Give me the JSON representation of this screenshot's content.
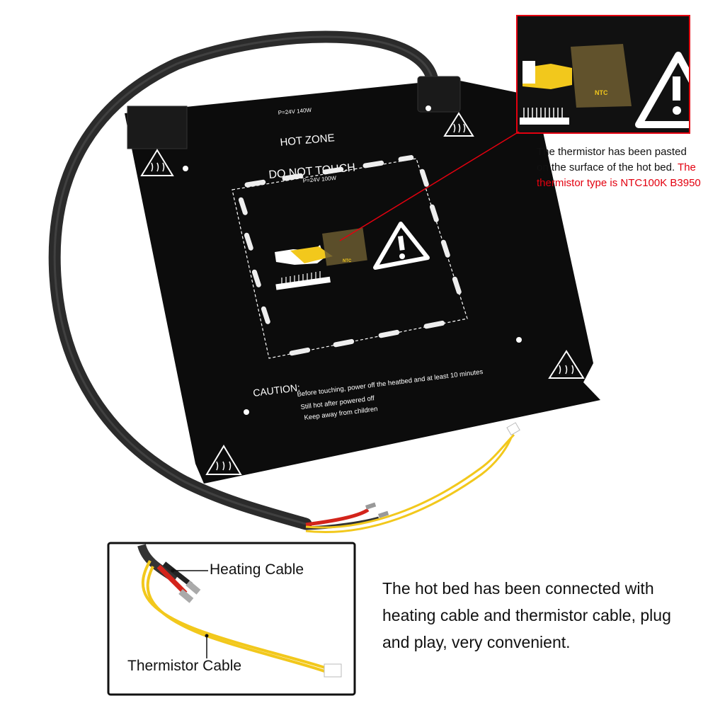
{
  "heatbed": {
    "top_spec": "P=24V 140W",
    "inner_spec": "P=24V 100W",
    "hot_zone": "HOT ZONE",
    "do_not_touch": "DO NOT TOUCH",
    "caution_title": "CAUTION:",
    "caution_lines": [
      "Before touching, power off the heatbed and at least 10 minutes",
      "Still hot after powered off",
      "Keep away from children"
    ],
    "ntc_label": "NTC"
  },
  "zoom_inset": {
    "ntc_label": "NTC"
  },
  "note_top": {
    "black": "The thermistor has been pasted on the surface of the hot bed.",
    "red": "The thermistor type is NTC100K B3950"
  },
  "cable_inset": {
    "heating_label": "Heating Cable",
    "thermistor_label": "Thermistor Cable"
  },
  "note_bottom": "The hot bed has been connected with heating cable and thermistor cable, plug and play, very convenient.",
  "colors": {
    "accent_red": "#e3000f",
    "heatbed_black": "#0c0c0c",
    "wire_yellow": "#f2c81c",
    "wire_red": "#d3241b"
  }
}
